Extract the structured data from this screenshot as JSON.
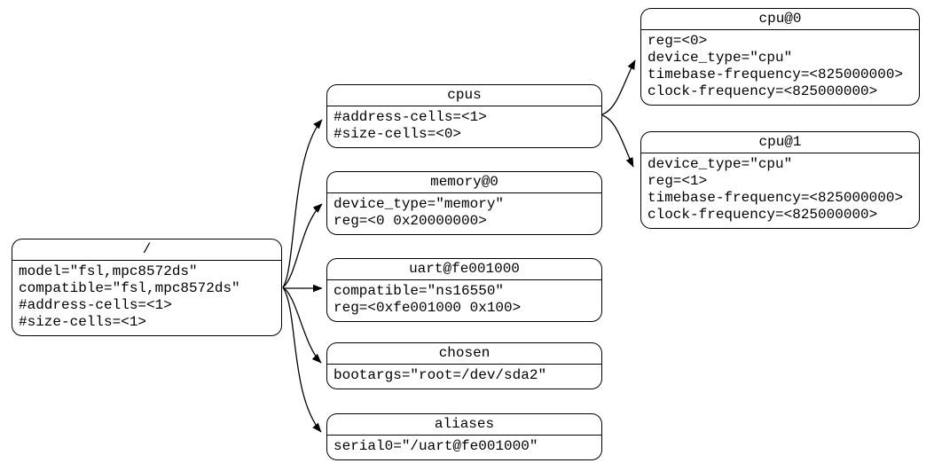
{
  "diagram": {
    "kind": "device-tree-graph",
    "background_color": "#ffffff",
    "stroke_color": "#000000",
    "text_color": "#000000"
  },
  "nodes": [
    {
      "id": "root",
      "title": "/",
      "properties": [
        "model=\"fsl,mpc8572ds\"",
        "compatible=\"fsl,mpc8572ds\"",
        "#address-cells=<1>",
        "#size-cells=<1>"
      ]
    },
    {
      "id": "cpus",
      "title": "cpus",
      "properties": [
        "#address-cells=<1>",
        "#size-cells=<0>"
      ]
    },
    {
      "id": "memory0",
      "title": "memory@0",
      "properties": [
        "device_type=\"memory\"",
        "reg=<0 0x20000000>"
      ]
    },
    {
      "id": "uart",
      "title": "uart@fe001000",
      "properties": [
        "compatible=\"ns16550\"",
        "reg=<0xfe001000 0x100>"
      ]
    },
    {
      "id": "chosen",
      "title": "chosen",
      "properties": [
        "bootargs=\"root=/dev/sda2\""
      ]
    },
    {
      "id": "aliases",
      "title": "aliases",
      "properties": [
        "serial0=\"/uart@fe001000\""
      ]
    },
    {
      "id": "cpu0",
      "title": "cpu@0",
      "properties": [
        "reg=<0>",
        "device_type=\"cpu\"",
        "timebase-frequency=<825000000>",
        "clock-frequency=<825000000>"
      ]
    },
    {
      "id": "cpu1",
      "title": "cpu@1",
      "properties": [
        "device_type=\"cpu\"",
        "reg=<1>",
        "timebase-frequency=<825000000>",
        "clock-frequency=<825000000>"
      ]
    }
  ],
  "edges": [
    {
      "from": "/",
      "to": "cpus"
    },
    {
      "from": "/",
      "to": "memory@0"
    },
    {
      "from": "/",
      "to": "uart@fe001000"
    },
    {
      "from": "/",
      "to": "chosen"
    },
    {
      "from": "/",
      "to": "aliases"
    },
    {
      "from": "cpus",
      "to": "cpu@0"
    },
    {
      "from": "cpus",
      "to": "cpu@1"
    }
  ]
}
